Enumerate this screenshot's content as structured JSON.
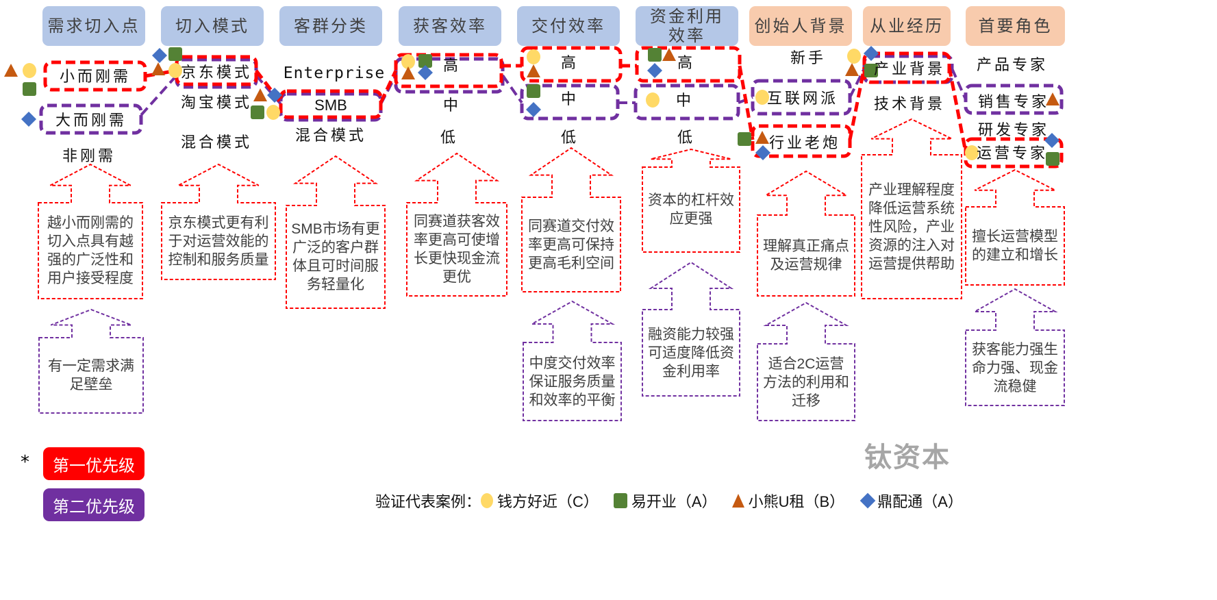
{
  "colors": {
    "first_priority": "#ff0000",
    "second_priority": "#7030a0",
    "header_blue": "#b4c7e7",
    "header_peach": "#f8cbad",
    "case_circle": "#ffd966",
    "case_square": "#548235",
    "case_triangle": "#c55a11",
    "case_diamond": "#4472c4"
  },
  "headers": [
    {
      "label": "需求切入点",
      "theme": "blue"
    },
    {
      "label": "切入模式",
      "theme": "blue"
    },
    {
      "label": "客群分类",
      "theme": "blue"
    },
    {
      "label": "获客效率",
      "theme": "blue"
    },
    {
      "label": "交付效率",
      "theme": "blue"
    },
    {
      "label": "资金利用效率",
      "theme": "blue"
    },
    {
      "label": "创始人背景",
      "theme": "peach"
    },
    {
      "label": "从业经历",
      "theme": "peach"
    },
    {
      "label": "首要角色",
      "theme": "peach"
    }
  ],
  "columns": [
    {
      "options": [
        "小而刚需",
        "大而刚需",
        "非刚需"
      ]
    },
    {
      "options": [
        "京东模式",
        "淘宝模式",
        "混合模式"
      ]
    },
    {
      "options": [
        "Enterprise",
        "SMB",
        "混合模式"
      ]
    },
    {
      "options": [
        "高",
        "中",
        "低"
      ]
    },
    {
      "options": [
        "高",
        "中",
        "低"
      ]
    },
    {
      "options": [
        "高",
        "中",
        "低"
      ]
    },
    {
      "options": [
        "新手",
        "互联网派",
        "行业老炮"
      ]
    },
    {
      "options": [
        "产业背景",
        "技术背景"
      ]
    },
    {
      "options": [
        "产品专家",
        "销售专家",
        "研发专家",
        "运营专家"
      ]
    }
  ],
  "first_priority_notes": [
    "越小而刚需的切入点具有越强的广泛性和用户接受程度",
    "京东模式更有利于对运营效能的控制和服务质量",
    "SMB市场有更广泛的客户群体且可时间服务轻量化",
    "同赛道获客效率更高可使增长更快现金流更优",
    "同赛道交付效率更高可保持更高毛利空间",
    "资本的杠杆效应更强",
    "理解真正痛点及运营规律",
    "产业理解程度降低运营系统性风险，产业资源的注入对运营提供帮助",
    "擅长运营模型的建立和增长"
  ],
  "second_priority_notes": [
    "有一定需求满足壁垒",
    "中度交付效率保证服务质量和效率的平衡",
    "融资能力较强可适度降低资金利用率",
    "适合2C运营方法的利用和迁移",
    "获客能力强生命力强、现金流稳健"
  ],
  "priority_legend": {
    "star": "*",
    "first": "第一优先级",
    "second": "第二优先级"
  },
  "watermark": "钛资本",
  "case_legend": {
    "label": "验证代表案例：",
    "cases": [
      {
        "name": "钱方好近（C）",
        "marker": "circle"
      },
      {
        "name": "易开业（A）",
        "marker": "square"
      },
      {
        "name": "小熊U租（B）",
        "marker": "triangle"
      },
      {
        "name": "鼎配通（A）",
        "marker": "diamond"
      }
    ]
  }
}
